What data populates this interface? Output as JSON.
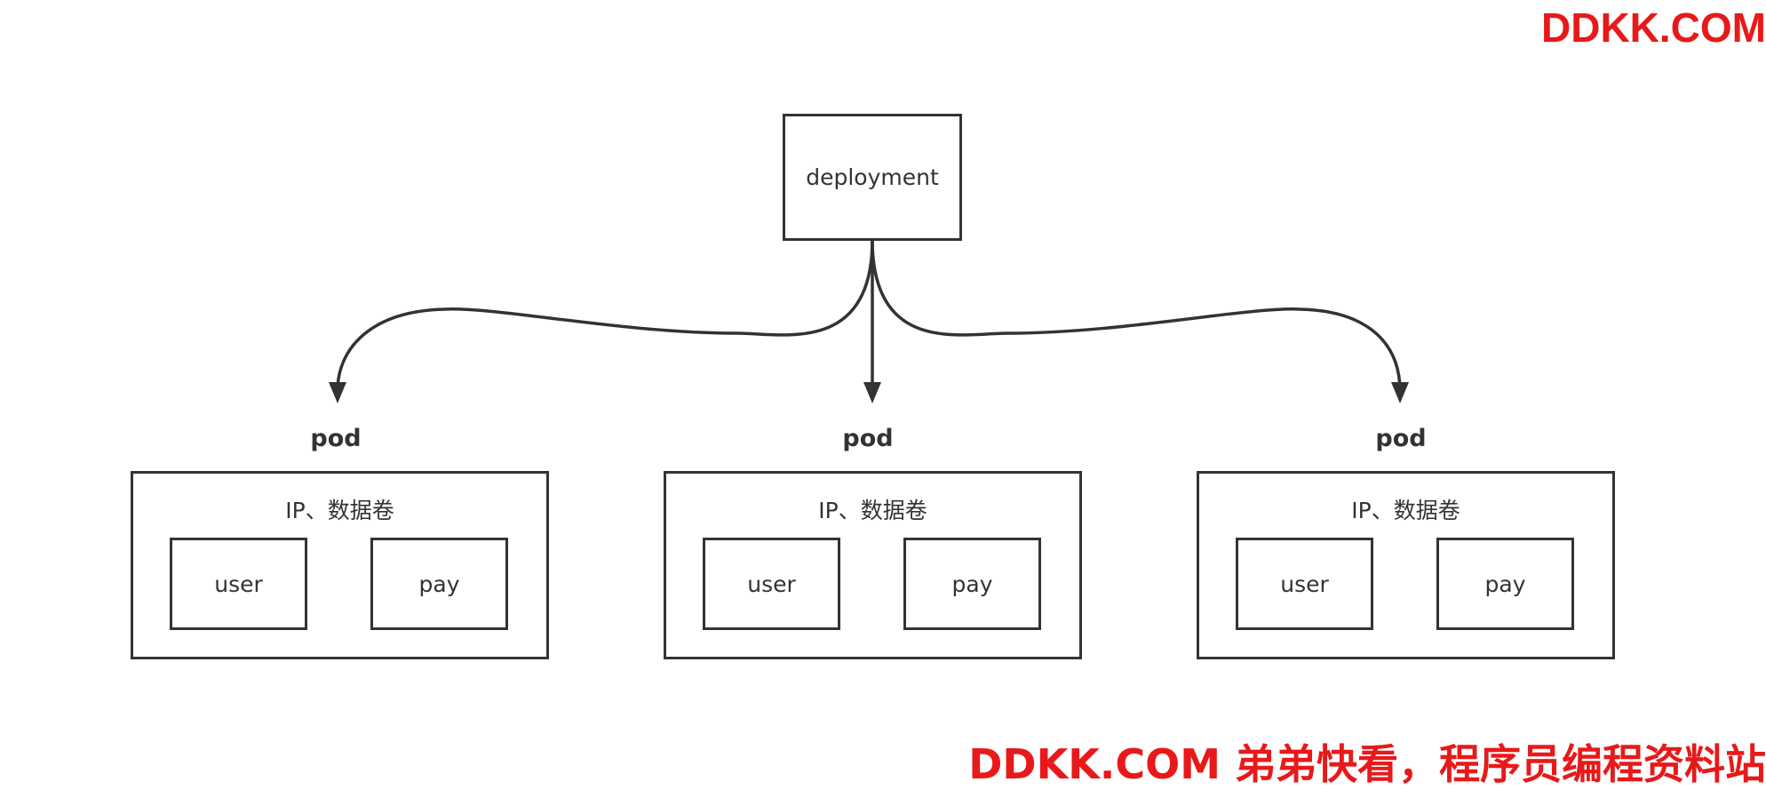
{
  "watermarks": {
    "top": "DDKK.COM",
    "bottom": "DDKK.COM 弟弟快看，程序员编程资料站"
  },
  "deployment": {
    "label": "deployment"
  },
  "pods": [
    {
      "title": "pod",
      "caption": "IP、数据卷",
      "containers": [
        "user",
        "pay"
      ]
    },
    {
      "title": "pod",
      "caption": "IP、数据卷",
      "containers": [
        "user",
        "pay"
      ]
    },
    {
      "title": "pod",
      "caption": "IP、数据卷",
      "containers": [
        "user",
        "pay"
      ]
    }
  ],
  "colors": {
    "stroke": "#333333",
    "watermark": "#e8191a"
  }
}
